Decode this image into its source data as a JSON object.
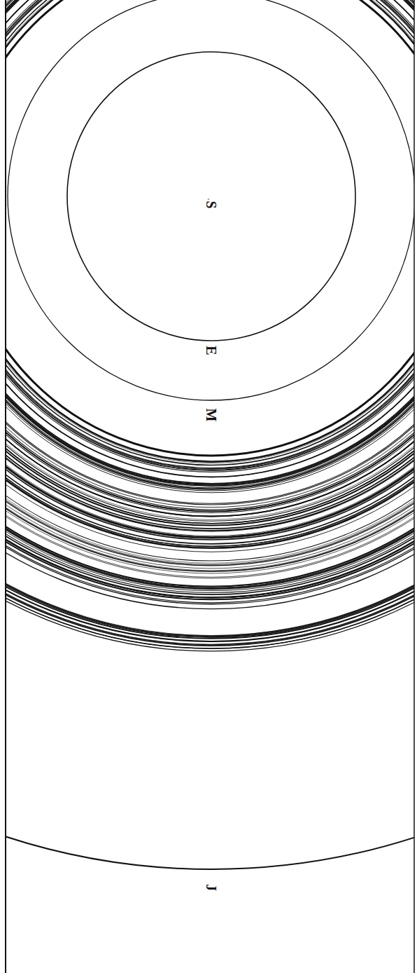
{
  "diagram": {
    "labels": [
      "S",
      "E",
      "M",
      "J"
    ]
  }
}
